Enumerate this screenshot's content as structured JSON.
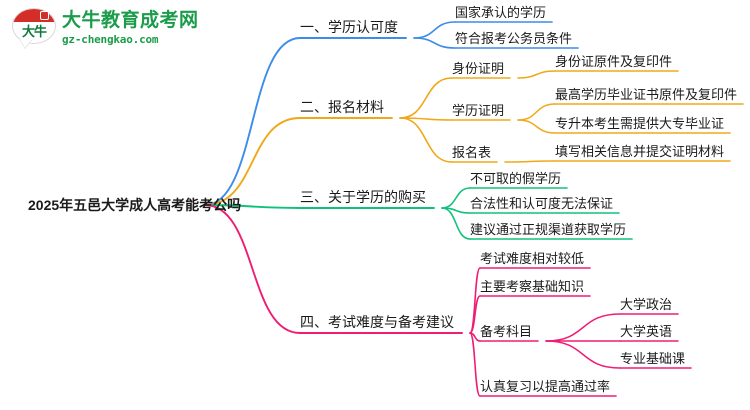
{
  "logo": {
    "mark_text": "大牛",
    "brand_cn": "大牛教育成考网",
    "brand_url": "gz-chengkao.com",
    "brand_color": "#1a9c4b",
    "mark_color": "#d32f28"
  },
  "mindmap": {
    "root": {
      "label": "2025年五邑大学成人高考能考公吗"
    },
    "branches": [
      {
        "label": "一、学历认可度",
        "color": "#3d8ce8",
        "children": [
          {
            "label": "国家承认的学历",
            "children": []
          },
          {
            "label": "符合报考公务员条件",
            "children": []
          }
        ]
      },
      {
        "label": "二、报名材料",
        "color": "#f0a818",
        "children": [
          {
            "label": "身份证明",
            "children": [
              {
                "label": "身份证原件及复印件"
              }
            ]
          },
          {
            "label": "学历证明",
            "children": [
              {
                "label": "最高学历毕业证书原件及复印件"
              },
              {
                "label": "专升本考生需提供大专毕业证"
              }
            ]
          },
          {
            "label": "报名表",
            "children": [
              {
                "label": "填写相关信息并提交证明材料"
              }
            ]
          }
        ]
      },
      {
        "label": "三、关于学历的购买",
        "color": "#10c17b",
        "children": [
          {
            "label": "不可取的假学历",
            "children": []
          },
          {
            "label": "合法性和认可度无法保证",
            "children": []
          },
          {
            "label": "建议通过正规渠道获取学历",
            "children": []
          }
        ]
      },
      {
        "label": "四、考试难度与备考建议",
        "color": "#ef1d74",
        "children": [
          {
            "label": "考试难度相对较低",
            "children": []
          },
          {
            "label": "主要考察基础知识",
            "children": []
          },
          {
            "label": "备考科目",
            "children": [
              {
                "label": "大学政治"
              },
              {
                "label": "大学英语"
              },
              {
                "label": "专业基础课"
              }
            ]
          },
          {
            "label": "认真复习以提高通过率",
            "children": []
          }
        ]
      }
    ]
  }
}
